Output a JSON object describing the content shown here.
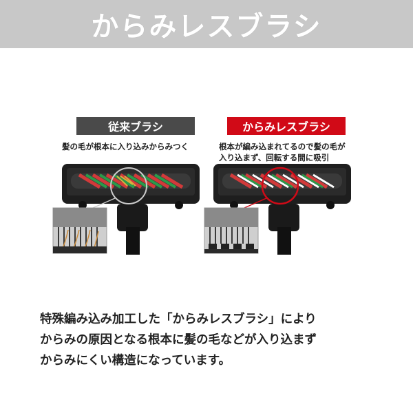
{
  "header": {
    "title": "からみレスブラシ"
  },
  "comparison": {
    "conventional": {
      "label": "従来ブラシ",
      "caption": "髪の毛が根本に入り込みからみつく"
    },
    "new": {
      "label": "からみレスブラシ",
      "caption_line1": "根本が編み込まれてるので髪の毛が",
      "caption_line2": "入り込まず、回転する間に吸引"
    }
  },
  "description": {
    "line1": "特殊編み込み加工した「からみレスブラシ」により",
    "line2": "からみの原因となる根本に髪の毛などが入り込まず",
    "line3": "からみにくい構造になっています。"
  },
  "colors": {
    "header_bg": "#c8c8c8",
    "label_conventional": "#4a4a4a",
    "label_new": "#d10a17",
    "highlight_circle": "#d10a17"
  }
}
